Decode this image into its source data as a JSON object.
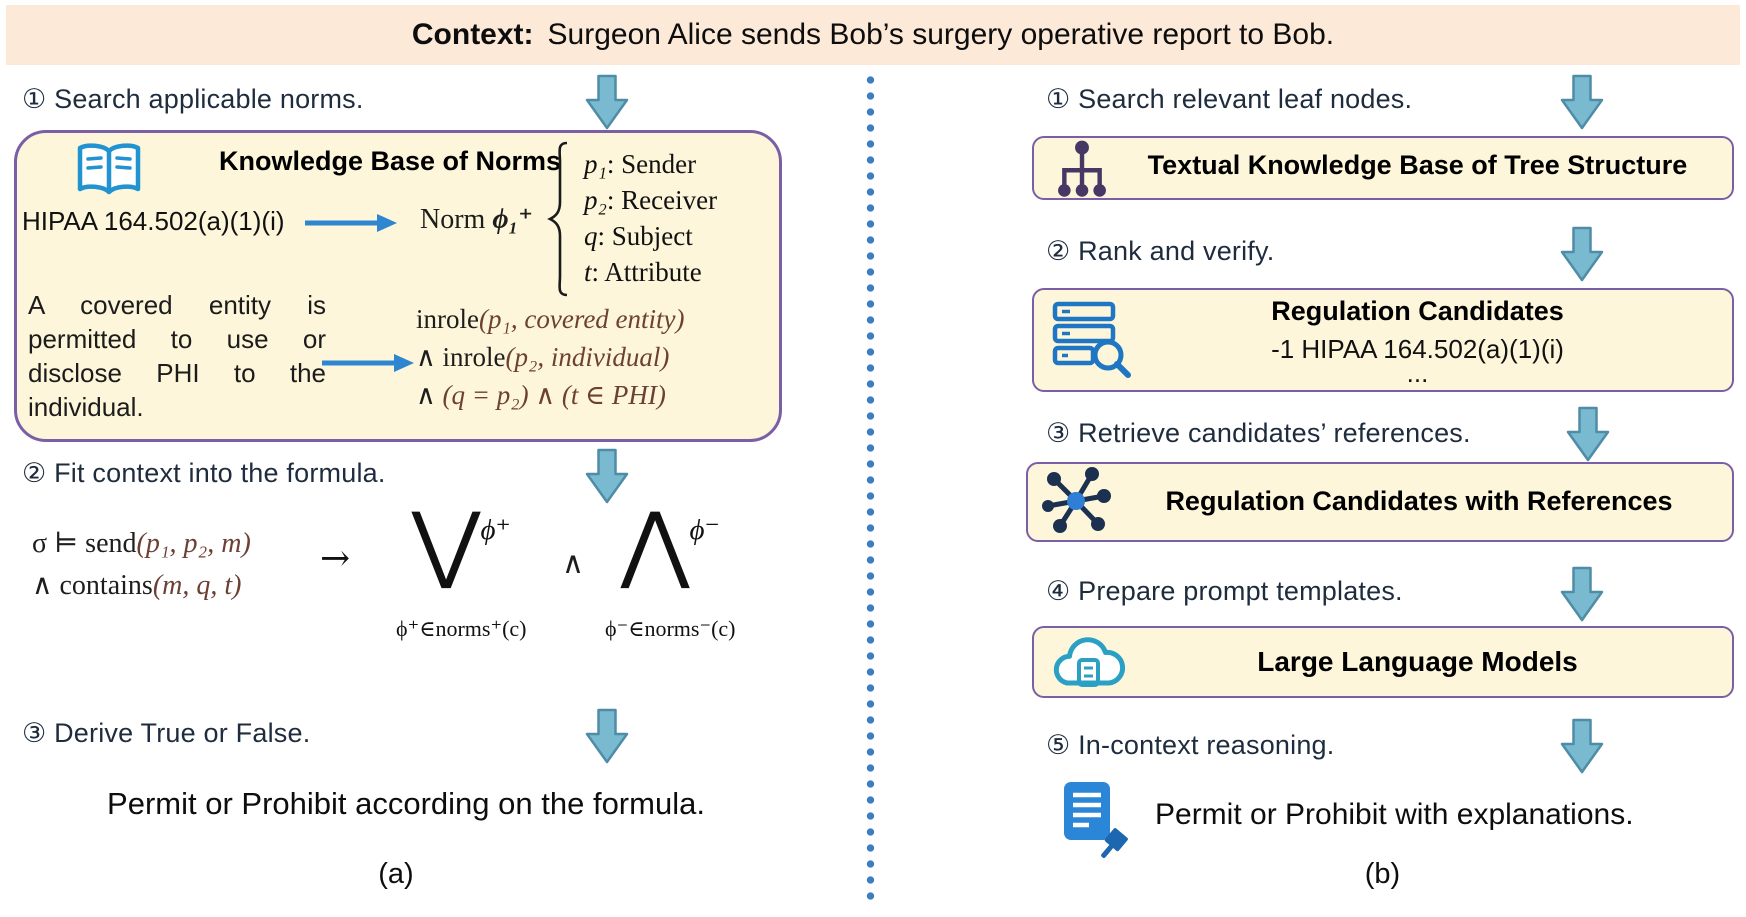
{
  "context": {
    "label": "Context:",
    "text": "Surgeon Alice sends Bob’s surgery operative report to Bob."
  },
  "left": {
    "step1": "① Search applicable norms.",
    "step2": "② Fit context into the formula.",
    "step3": "③ Derive True or False.",
    "kb": {
      "title": "Knowledge Base of Norms",
      "hipaa": "HIPAA 164.502(a)(1)(i)",
      "norm_word": "Norm",
      "norm_symbol": "ϕ₁⁺",
      "params": [
        {
          "var": "p₁",
          "label": ": Sender"
        },
        {
          "var": "p₂",
          "label": ": Receiver"
        },
        {
          "var": "q",
          "label": ": Subject"
        },
        {
          "var": "t",
          "label": ": Attribute"
        }
      ],
      "nl_text": "A covered entity is permitted to use or disclose PHI to the individual.",
      "formula": [
        {
          "fn": "inrole",
          "args": "(p₁, covered entity)"
        },
        {
          "fn": "∧ inrole",
          "args": "(p₂, individual)"
        },
        {
          "fn": "∧ ",
          "args": "(q = p₂) ∧ (t ∈ PHI)"
        }
      ]
    },
    "formula": {
      "lhs1_fn": "σ ⊨ send",
      "lhs1_args": "(p₁, p₂, m)",
      "lhs2_fn": "∧ contains",
      "lhs2_args": "(m, q, t)",
      "implies": "→",
      "vee": "⋁",
      "vee_sup": "ϕ⁺",
      "vee_sub": "ϕ⁺∈norms⁺(c)",
      "mid_and": "∧",
      "wedge": "⋀",
      "wedge_sup": "ϕ⁻",
      "wedge_sub": "ϕ⁻∈norms⁻(c)"
    },
    "result": "Permit or Prohibit according on the formula.",
    "caption": "(a)"
  },
  "right": {
    "step1": "① Search relevant leaf nodes.",
    "step2": "② Rank and verify.",
    "step3": "③ Retrieve candidates’ references.",
    "step4": "④ Prepare prompt templates.",
    "step5": "⑤ In-context reasoning.",
    "box1": "Textual Knowledge Base of Tree Structure",
    "box2_title": "Regulation Candidates",
    "box2_item": "-1 HIPAA 164.502(a)(1)(i)",
    "box2_more": "...",
    "box3": "Regulation Candidates with References",
    "box4": "Large Language Models",
    "result": "Permit or Prohibit with explanations.",
    "caption": "(b)"
  }
}
